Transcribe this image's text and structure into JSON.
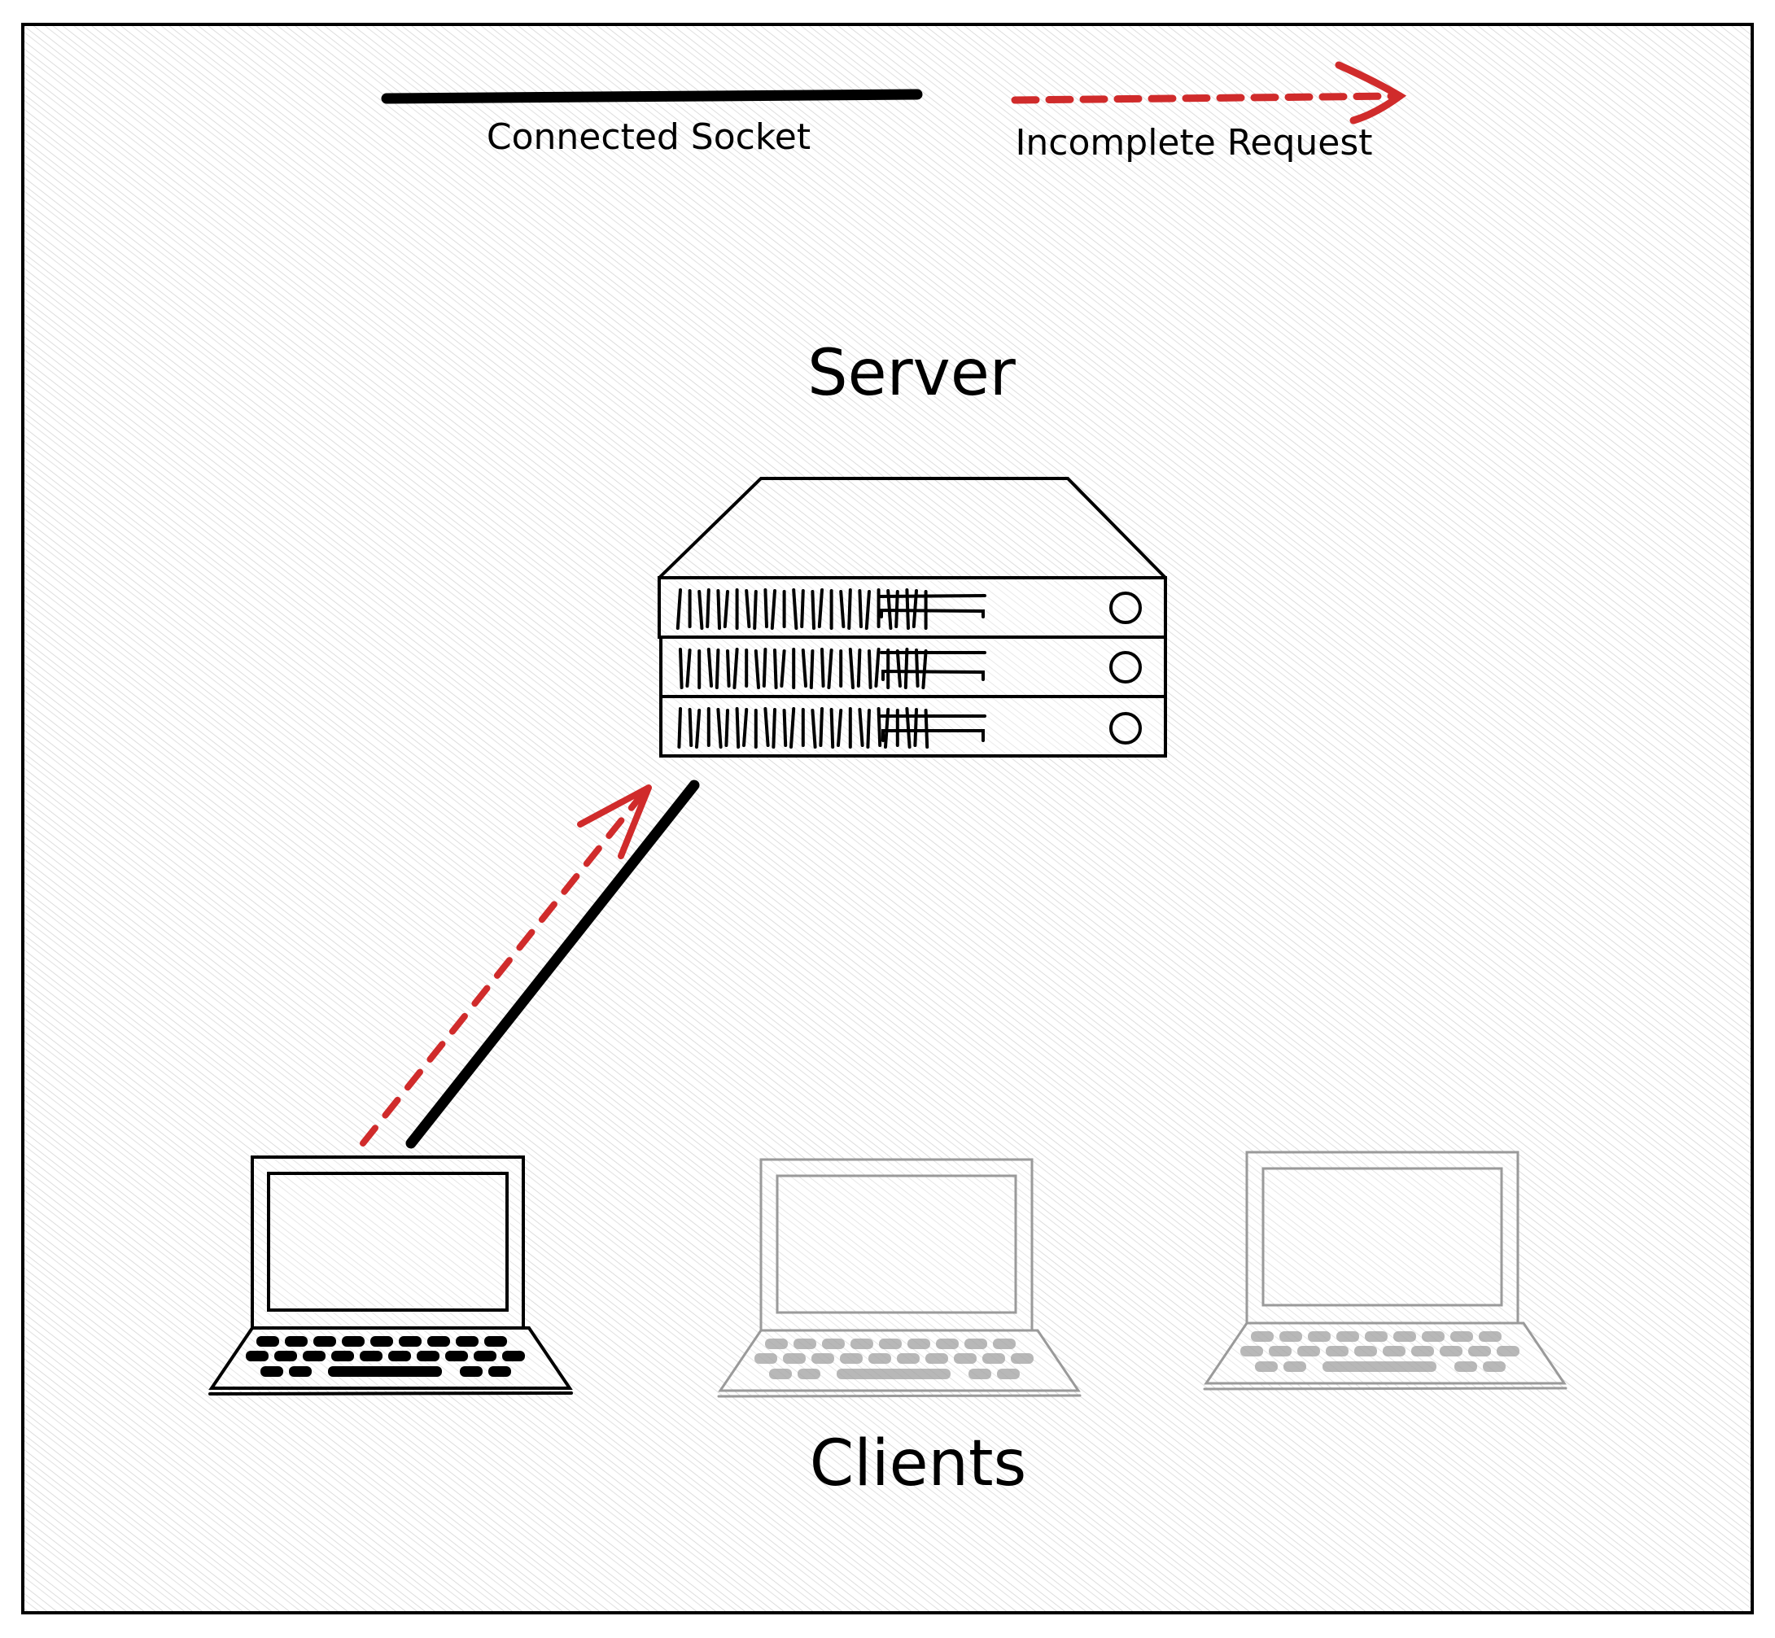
{
  "legend": {
    "connected_socket": {
      "label": "Connected Socket",
      "color": "#000000",
      "icon": "solid-line"
    },
    "incomplete_request": {
      "label": "Incomplete Request",
      "color": "#d02b2b",
      "icon": "dashed-arrow"
    }
  },
  "server": {
    "title": "Server",
    "units": 3,
    "icon": "server-rack-icon"
  },
  "clients": {
    "title": "Clients",
    "items": [
      {
        "state": "active",
        "color": "#000000",
        "icon": "laptop-icon"
      },
      {
        "state": "inactive",
        "color": "#9a9a9a",
        "icon": "laptop-icon"
      },
      {
        "state": "inactive",
        "color": "#9a9a9a",
        "icon": "laptop-icon"
      }
    ]
  },
  "colors": {
    "hatch": "#d6d6d6",
    "frame": "#000000",
    "background": "#ffffff"
  }
}
